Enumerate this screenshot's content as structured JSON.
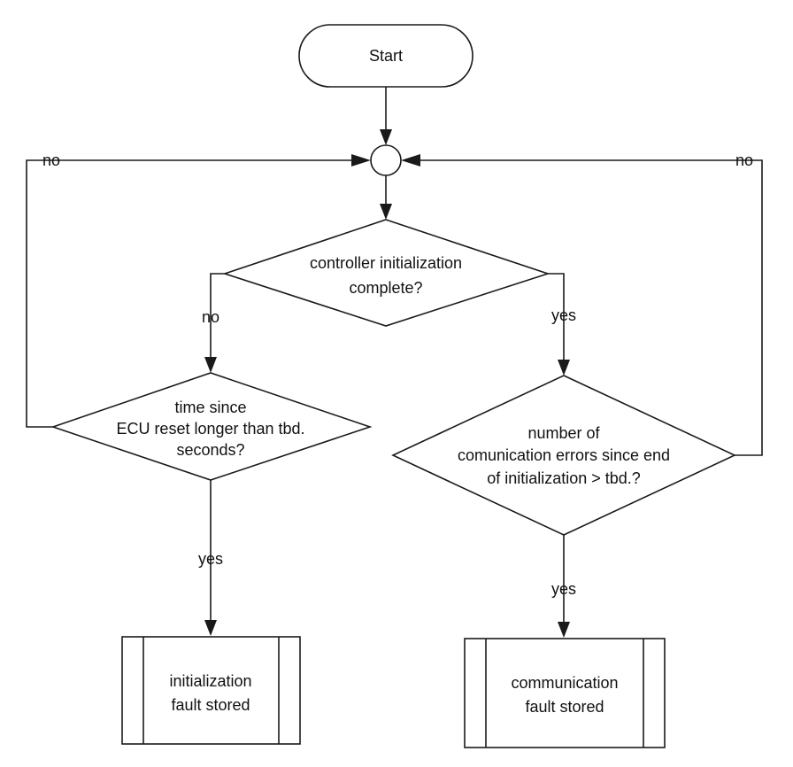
{
  "nodes": {
    "start": {
      "label": "Start"
    },
    "decision_init": {
      "lines": [
        "controller initialization",
        "complete?"
      ]
    },
    "decision_time": {
      "lines": [
        "time since",
        "ECU reset longer than tbd.",
        "seconds?"
      ]
    },
    "decision_errors": {
      "lines": [
        "number of",
        "comunication errors since end",
        "of initialization > tbd.?"
      ]
    },
    "process_init_fault": {
      "lines": [
        "initialization",
        "fault stored"
      ]
    },
    "process_comm_fault": {
      "lines": [
        "communication",
        "fault stored"
      ]
    }
  },
  "edges": {
    "init_no": "no",
    "init_yes": "yes",
    "time_no": "no",
    "time_yes": "yes",
    "errors_no": "no",
    "errors_yes": "yes"
  }
}
